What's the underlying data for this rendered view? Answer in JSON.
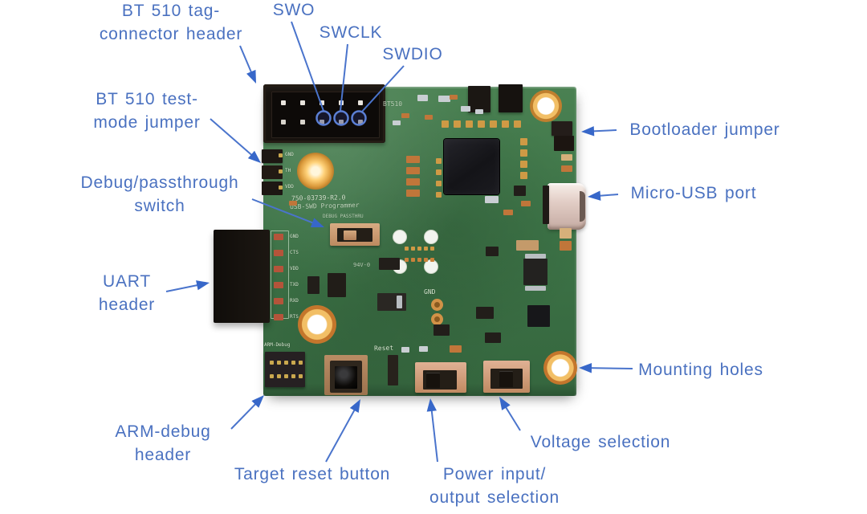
{
  "figure": {
    "description": "Annotated photo of BT510 USB-SWD programmer circuit board",
    "background_color": "#ffffff",
    "label_color": "#4a71c0",
    "arrow_color": "#3767c9",
    "board_color": "#3d7447"
  },
  "callouts": {
    "tag_connector": {
      "line1": "BT 510 tag-",
      "line2": "connector header"
    },
    "swo": {
      "line1": "SWO"
    },
    "swclk": {
      "line1": "SWCLK"
    },
    "swdio": {
      "line1": "SWDIO"
    },
    "test_mode": {
      "line1": "BT 510 test-",
      "line2": "mode jumper"
    },
    "debug_switch": {
      "line1": "Debug/passthrough",
      "line2": "switch"
    },
    "uart": {
      "line1": "UART",
      "line2": "header"
    },
    "arm_debug": {
      "line1": "ARM-debug",
      "line2": "header"
    },
    "target_reset": {
      "line1": "Target reset button"
    },
    "power_select": {
      "line1": "Power input/",
      "line2": "output selection"
    },
    "voltage_select": {
      "line1": "Voltage selection"
    },
    "mounting_holes": {
      "line1": "Mounting holes"
    },
    "bootloader": {
      "line1": "Bootloader jumper"
    },
    "micro_usb": {
      "line1": "Micro-USB port"
    }
  },
  "silkscreen": {
    "part_number": "750-03739-R2.0",
    "board_name": "USB-SWD Programmer",
    "switch_label": "DEBUG  PASSTHRU",
    "mcu_area_label": "BT510",
    "reset_label": "Reset",
    "arm_debug_label": "ARM-Debug",
    "gnd_label": "GND",
    "flammability_label": "94V-0",
    "test_jumper_pins": [
      "GND",
      "TH",
      "VDD"
    ],
    "uart_pins": [
      "GND",
      "CTS",
      "VDD",
      "TXD",
      "RXD",
      "RTS"
    ]
  }
}
